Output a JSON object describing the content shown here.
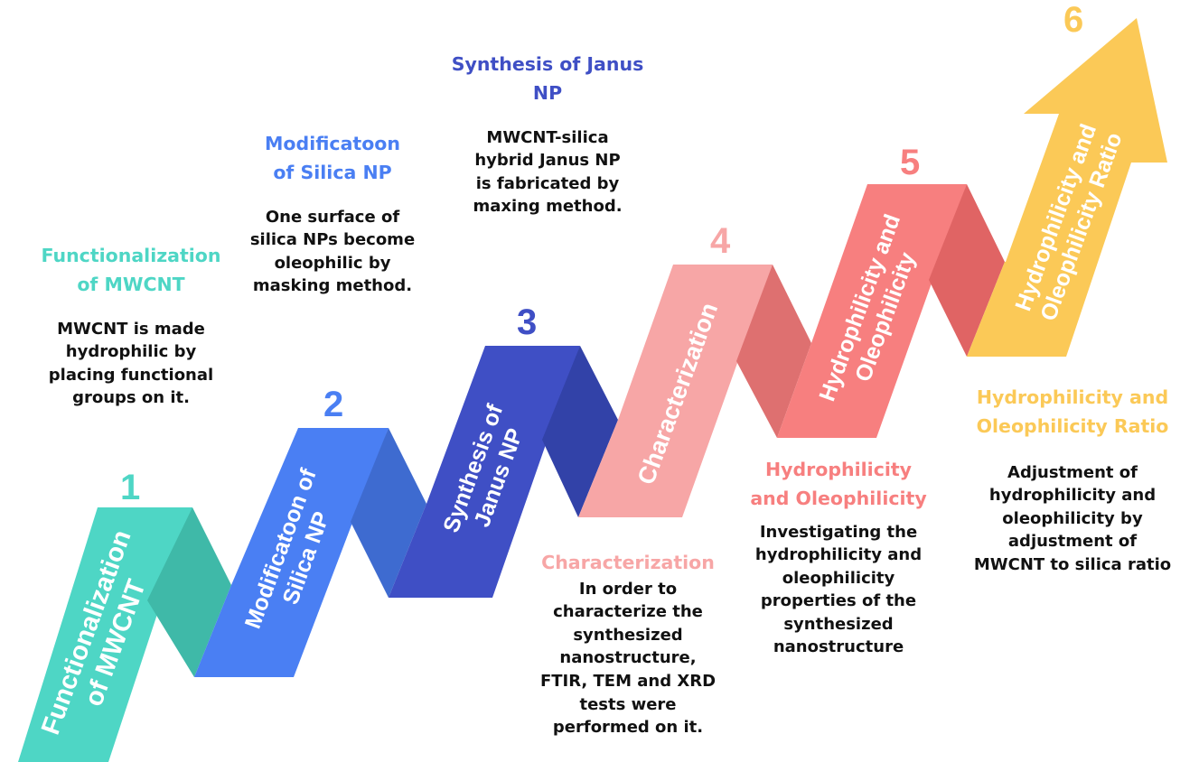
{
  "colors": {
    "s1": "#4ed6c5",
    "s1_dark": "#3fb9a8",
    "s2": "#4a7ff3",
    "s2_dark": "#3e6bd0",
    "s3": "#3f4fc5",
    "s3_dark": "#3242a8",
    "s4": "#f7a6a6",
    "s4_dark": "#de7070",
    "s5": "#f77f7f",
    "s5_dark": "#e06464",
    "s6": "#fbc957"
  },
  "steps": [
    {
      "number": "1",
      "band_line1": "Functionalization",
      "band_line2": "of MWCNT",
      "title_lines": [
        "Functionalization",
        "of MWCNT"
      ],
      "desc_lines": [
        "MWCNT is made",
        "hydrophilic by",
        "placing functional",
        "groups on it."
      ]
    },
    {
      "number": "2",
      "band_line1": "Modificatoon of",
      "band_line2": "Silica NP",
      "title_lines": [
        "Modificatoon",
        "of Silica NP"
      ],
      "desc_lines": [
        "One surface of",
        "silica NPs  become",
        "oleophilic  by",
        "masking method."
      ]
    },
    {
      "number": "3",
      "band_line1": "Synthesis of",
      "band_line2": "Janus NP",
      "title_lines": [
        "Synthesis of Janus",
        "NP"
      ],
      "desc_lines": [
        "MWCNT-silica",
        "hybrid Janus  NP",
        "is fabricated by",
        "maxing method."
      ]
    },
    {
      "number": "4",
      "band_line1": "Characterization",
      "band_line2": "",
      "title_lines": [
        "Characterization"
      ],
      "desc_lines": [
        "In order to",
        "characterize the",
        "synthesized",
        "nanostructure,",
        "FTIR, TEM and XRD",
        "tests were",
        "performed on it."
      ]
    },
    {
      "number": "5",
      "band_line1": "Hydrophilicity and",
      "band_line2": "Oleophilicity",
      "title_lines": [
        "Hydrophilicity",
        "and Oleophilicity"
      ],
      "desc_lines": [
        "Investigating the",
        "hydrophilicity and",
        "oleophilicity",
        "properties of the",
        "synthesized",
        "nanostructure"
      ]
    },
    {
      "number": "6",
      "band_line1": "Hydrophilicity and",
      "band_line2": "Oleophilicity Ratio",
      "title_lines": [
        "Hydrophilicity and",
        "Oleophilicity Ratio"
      ],
      "desc_lines": [
        "Adjustment of",
        "hydrophilicity and",
        "oleophilicity by",
        "adjustment of",
        "MWCNT to silica ratio"
      ]
    }
  ]
}
